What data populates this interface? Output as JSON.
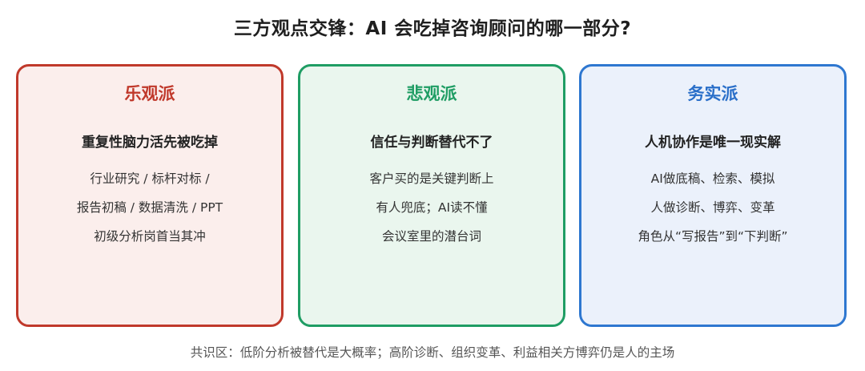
{
  "title": "三方观点交锋：AI 会吃掉咨询顾问的哪一部分?",
  "cards": [
    {
      "heading": "乐观派",
      "thesis": "重复性脑力活先被吃掉",
      "points": [
        "行业研究 / 标杆对标 /",
        "报告初稿 / 数据清洗 / PPT",
        "初级分析岗首当其冲"
      ]
    },
    {
      "heading": "悲观派",
      "thesis": "信任与判断替代不了",
      "points": [
        "客户买的是关键判断上",
        "有人兜底；AI读不懂",
        "会议室里的潜台词"
      ]
    },
    {
      "heading": "务实派",
      "thesis": "人机协作是唯一现实解",
      "points": [
        "AI做底稿、检索、模拟",
        "人做诊断、博弈、变革",
        "角色从“写报告”到“下判断”"
      ]
    }
  ],
  "consensus": "共识区：低阶分析被替代是大概率；高阶诊断、组织变革、利益相关方博弈仍是人的主场",
  "colors": {
    "optimist": "#c0392b",
    "pessimist": "#1f9d64",
    "pragmatist": "#2e77d0"
  }
}
